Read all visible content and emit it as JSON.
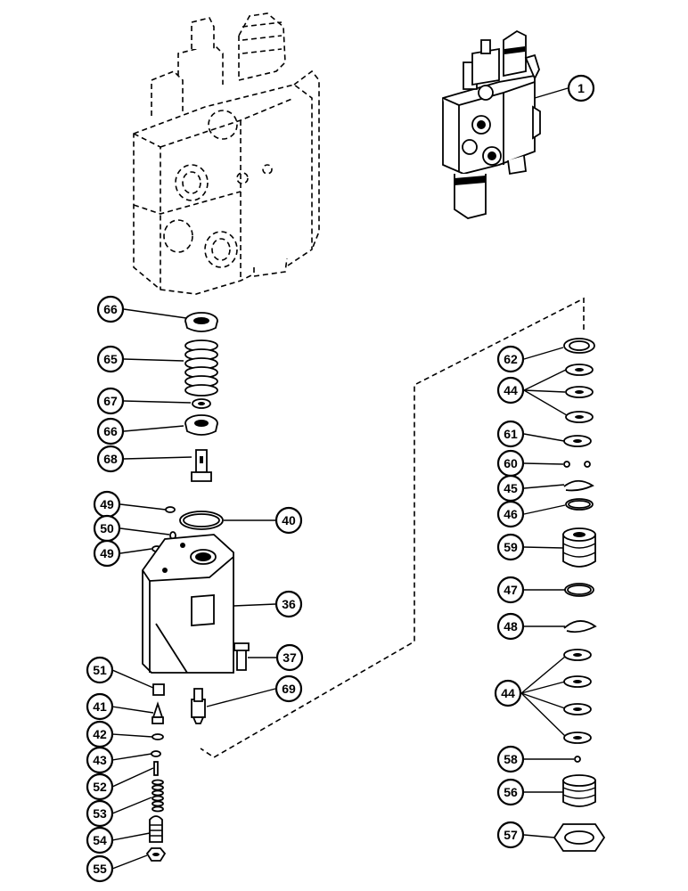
{
  "callouts": [
    {
      "id": "c1",
      "label": "1"
    },
    {
      "id": "c66a",
      "label": "66"
    },
    {
      "id": "c65",
      "label": "65"
    },
    {
      "id": "c67",
      "label": "67"
    },
    {
      "id": "c66b",
      "label": "66"
    },
    {
      "id": "c68",
      "label": "68"
    },
    {
      "id": "c49a",
      "label": "49"
    },
    {
      "id": "c50",
      "label": "50"
    },
    {
      "id": "c49b",
      "label": "49"
    },
    {
      "id": "c40",
      "label": "40"
    },
    {
      "id": "c36",
      "label": "36"
    },
    {
      "id": "c37",
      "label": "37"
    },
    {
      "id": "c69",
      "label": "69"
    },
    {
      "id": "c51",
      "label": "51"
    },
    {
      "id": "c41",
      "label": "41"
    },
    {
      "id": "c42",
      "label": "42"
    },
    {
      "id": "c43",
      "label": "43"
    },
    {
      "id": "c52",
      "label": "52"
    },
    {
      "id": "c53",
      "label": "53"
    },
    {
      "id": "c54",
      "label": "54"
    },
    {
      "id": "c55",
      "label": "55"
    },
    {
      "id": "c62",
      "label": "62"
    },
    {
      "id": "c44a",
      "label": "44"
    },
    {
      "id": "c61",
      "label": "61"
    },
    {
      "id": "c60",
      "label": "60"
    },
    {
      "id": "c45",
      "label": "45"
    },
    {
      "id": "c46",
      "label": "46"
    },
    {
      "id": "c59",
      "label": "59"
    },
    {
      "id": "c47",
      "label": "47"
    },
    {
      "id": "c48",
      "label": "48"
    },
    {
      "id": "c44b",
      "label": "44"
    },
    {
      "id": "c58",
      "label": "58"
    },
    {
      "id": "c56",
      "label": "56"
    },
    {
      "id": "c57",
      "label": "57"
    }
  ]
}
